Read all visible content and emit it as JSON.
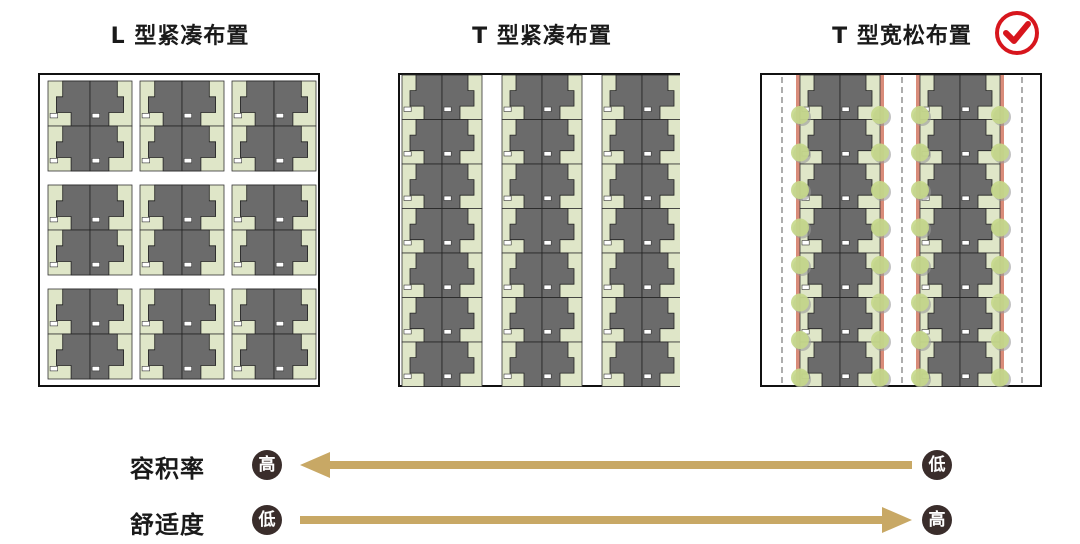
{
  "panels": [
    {
      "title": "L 型紧凑布置"
    },
    {
      "title": "T 型紧凑布置"
    },
    {
      "title": "T 型宽松布置",
      "selected": true
    }
  ],
  "check_icon": "check-circle-icon",
  "metrics": [
    {
      "label": "容积率",
      "left_badge": "高",
      "right_badge": "低",
      "arrow_direction": "left"
    },
    {
      "label": "舒适度",
      "left_badge": "低",
      "right_badge": "高",
      "arrow_direction": "right"
    }
  ],
  "colors": {
    "building": "#6b6b6b",
    "yard": "#dfe6c8",
    "arrow": "#c8a865",
    "badge": "#3a2d2b",
    "tree": "#c5d88a",
    "path": "#d98c7a",
    "check": "#d7161d"
  }
}
